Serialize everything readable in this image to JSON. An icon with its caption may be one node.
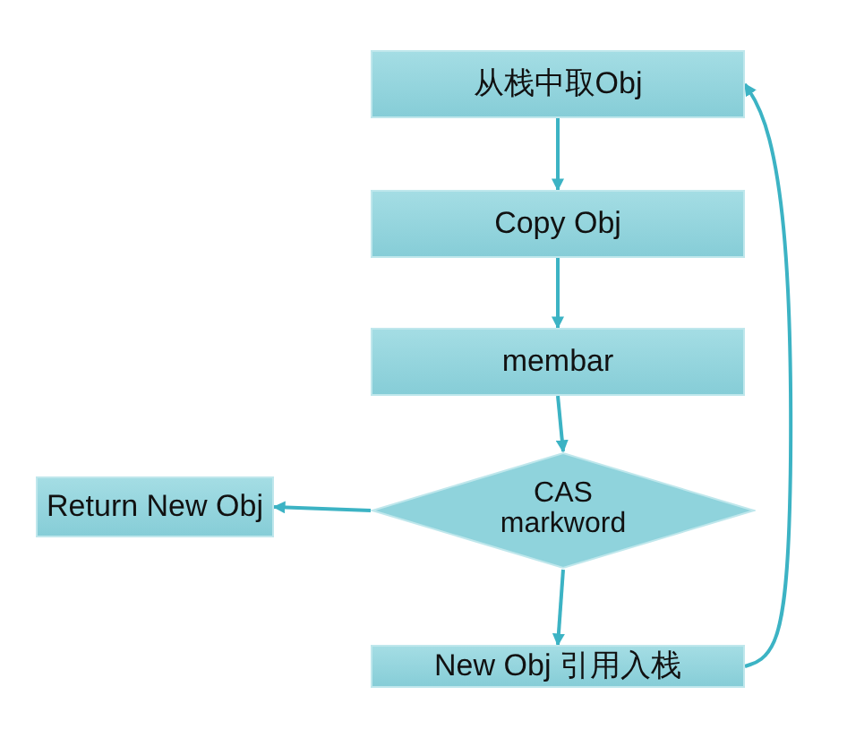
{
  "diagram": {
    "nodes": [
      {
        "text": [
          "从栈中取Obj"
        ]
      },
      {
        "text": [
          "Copy Obj"
        ]
      },
      {
        "text": [
          "membar"
        ]
      },
      {
        "text": [
          "CAS markword"
        ]
      },
      {
        "text": [
          "Return New Obj"
        ]
      },
      {
        "text": [
          "New Obj 引用入栈"
        ]
      }
    ],
    "edges": [
      {
        "from": 0,
        "to": 1,
        "arrow": "to"
      },
      {
        "from": 1,
        "to": 2,
        "arrow": "to"
      },
      {
        "from": 2,
        "to": 3,
        "arrow": "to"
      },
      {
        "from": 3,
        "to": 4,
        "arrow": "to"
      },
      {
        "from": 3,
        "to": 5,
        "arrow": "to"
      },
      {
        "from": 5,
        "to": 0,
        "arrow": "to"
      }
    ]
  }
}
